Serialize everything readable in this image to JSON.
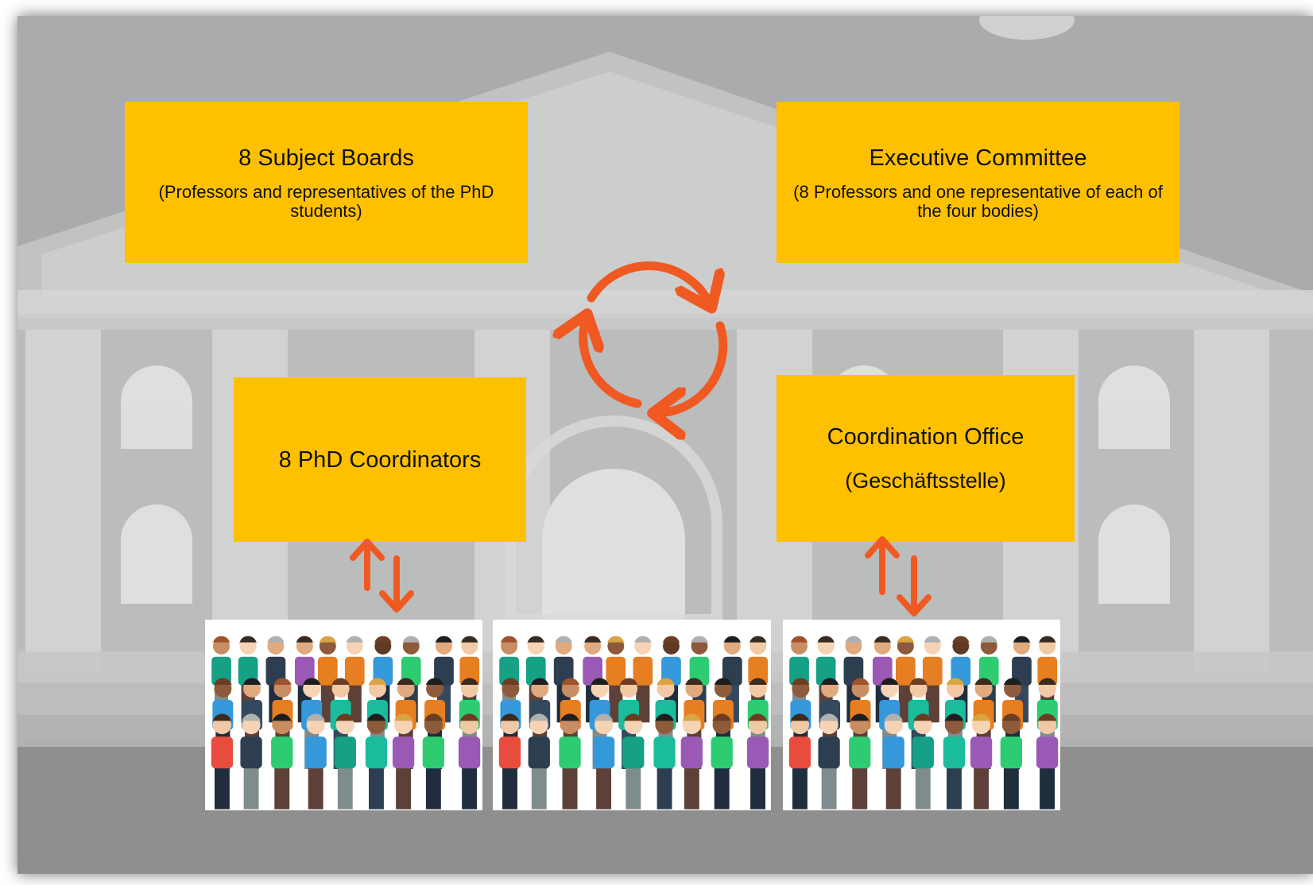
{
  "boxes": {
    "subject_boards": {
      "title": "8 Subject Boards",
      "subtitle": "(Professors and representatives of the PhD students)"
    },
    "executive_committee": {
      "title": "Executive Committee",
      "subtitle": "(8 Professors and one  representative of each of the four bodies)"
    },
    "phd_coordinators": {
      "title": "8 PhD Coordinators"
    },
    "coordination_office": {
      "title": "Coordination Office",
      "subtitle": "(Geschäftsstelle)"
    }
  },
  "colors": {
    "box_fill": "#ffc000",
    "arrow": "#f05a22",
    "background": "#a9abac"
  },
  "crowd_groups": [
    "crowd-illustration",
    "crowd-illustration",
    "crowd-illustration"
  ]
}
